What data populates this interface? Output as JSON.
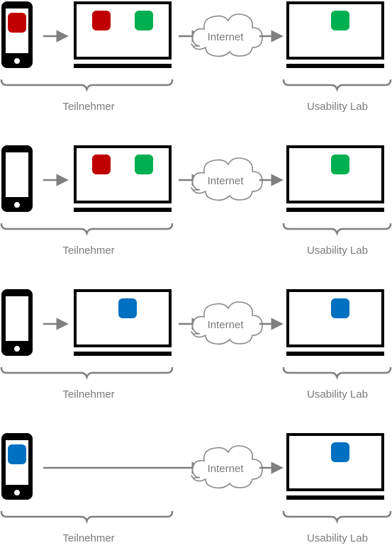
{
  "colors": {
    "device": "#000000",
    "arrow": "#7f7f7f",
    "brace": "#7f7f7f",
    "cloud_stroke": "#8a8a8a",
    "label": "#7a7a7a",
    "red": "#c00000",
    "green": "#00b050",
    "blue": "#0070c0"
  },
  "icons": {
    "phone": "smartphone-icon",
    "laptop": "laptop-icon",
    "cloud": "cloud-icon",
    "arrow": "arrow-right-icon",
    "app": "app-square-icon"
  },
  "rows": [
    {
      "participant_label": "Teilnehmer",
      "lab_label": "Usability Lab",
      "cloud_label": "Internet",
      "has_laptop": true,
      "phone_apps": [
        "red"
      ],
      "laptop_apps": [
        "red",
        "green"
      ],
      "lab_apps": [
        "green"
      ]
    },
    {
      "participant_label": "Teilnehmer",
      "lab_label": "Usability Lab",
      "cloud_label": "Internet",
      "has_laptop": true,
      "phone_apps": [],
      "laptop_apps": [
        "red",
        "green"
      ],
      "lab_apps": [
        "green"
      ]
    },
    {
      "participant_label": "Teilnehmer",
      "lab_label": "Usability Lab",
      "cloud_label": "Internet",
      "has_laptop": true,
      "phone_apps": [],
      "laptop_apps": [
        "blue"
      ],
      "lab_apps": [
        "blue"
      ]
    },
    {
      "participant_label": "Teilnehmer",
      "lab_label": "Usability Lab",
      "cloud_label": "Internet",
      "has_laptop": false,
      "phone_apps": [
        "blue"
      ],
      "laptop_apps": [],
      "lab_apps": [
        "blue"
      ]
    }
  ]
}
